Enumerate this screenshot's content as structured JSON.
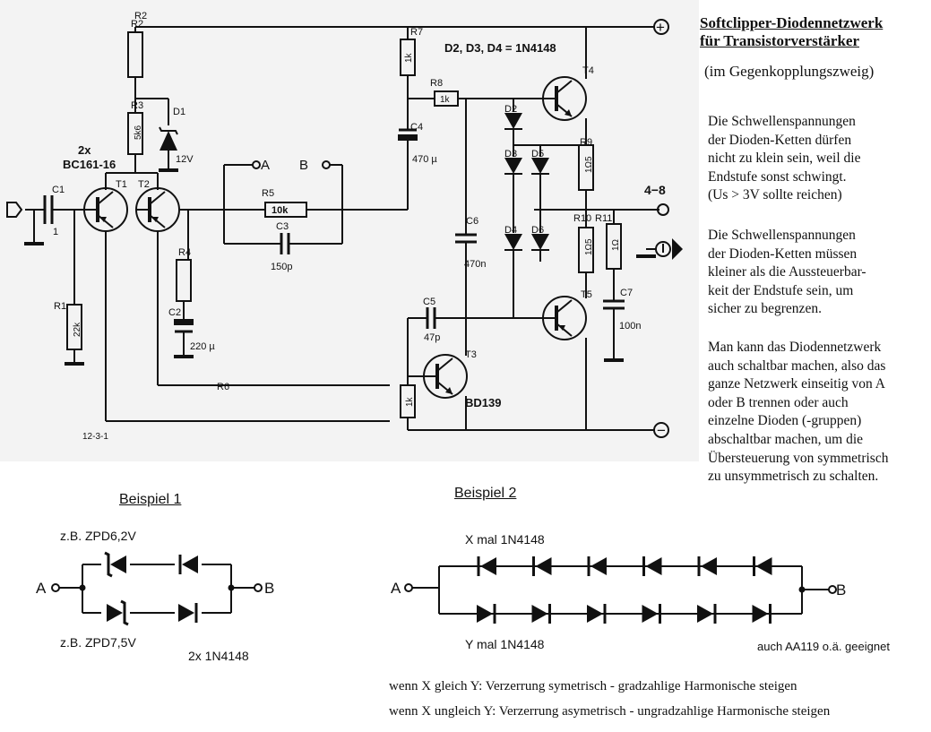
{
  "title": {
    "line1": "Softclipper-Diodennetzwerk",
    "line2": "für Transistorverstärker",
    "subtitle": "(im Gegenkopplungszweig)"
  },
  "notes": [
    [
      "Die Schwellenspannungen",
      "der Dioden-Ketten dürfen",
      "nicht zu klein sein, weil die",
      "Endstufe sonst schwingt.",
      "(Us > 3V sollte reichen)"
    ],
    [
      "Die Schwellenspannungen",
      "der Dioden-Ketten müssen",
      "kleiner als die Aussteuerbar-",
      "keit der Endstufe sein, um",
      "sicher zu begrenzen."
    ],
    [
      "Man kann das Diodennetzwerk",
      "auch schaltbar machen, also das",
      "ganze Netzwerk einseitig von A",
      "oder B trennen oder auch",
      "einzelne Dioden (-gruppen)",
      "abschaltbar machen, um die",
      "Übersteuerung von symmetrisch",
      "zu unsymmetrisch zu schalten."
    ]
  ],
  "schematic": {
    "diode_type": "D2, D3, D4 = 1N4148",
    "transistor_pair": "2x",
    "transistor_pair_type": "BC161-16",
    "t3_type": "BD139",
    "figure_number": "12-3-1",
    "plus": "+",
    "minus": "−",
    "output": "4−8",
    "node_a": "A",
    "node_b": "B",
    "components": {
      "R1": "R1",
      "R1_value": "22k",
      "R2": "R2",
      "R3": "R3",
      "R3_value": "5k6",
      "D1": "D1",
      "D1_value": "12V",
      "C1": "C1",
      "C1_value": "1",
      "T1": "T1",
      "T2": "T2",
      "T3": "T3",
      "T4": "T4",
      "T5": "T5",
      "R4": "R4",
      "C2": "C2",
      "C2_value": "220 µ",
      "R5": "R5",
      "R5_value": "10k",
      "C3": "C3",
      "C3_value": "150p",
      "R6": "R6",
      "R7": "R7",
      "R7_value": "1k",
      "R8": "R8",
      "R8_value": "1k",
      "C4": "C4",
      "C4_value": "470 µ",
      "C5": "C5",
      "C5_value": "47p",
      "C6": "C6",
      "C6_value": "470n",
      "C7": "C7",
      "C7_value": "100n",
      "D2": "D2",
      "D3": "D3",
      "D4": "D4",
      "D5": "D5",
      "D6": "D6",
      "R9": "R9",
      "R9_value": "1Ω5",
      "R10": "R10",
      "R10_value": "1Ω5",
      "R11": "R11",
      "R11_value": "1Ω",
      "R_T3_value": "1k"
    }
  },
  "example1": {
    "title": "Beispiel 1",
    "top_label": "z.B. ZPD6,2V",
    "bottom_label": "z.B. ZPD7,5V",
    "diode_label": "2x 1N4148",
    "node_a": "A",
    "node_b": "B"
  },
  "example2": {
    "title": "Beispiel 2",
    "top_label": "X mal 1N4148",
    "bottom_label": "Y mal  1N4148",
    "alt_label": "auch AA119 o.ä. geeignet",
    "node_a": "A",
    "node_b": "B"
  },
  "bottom_lines": [
    "wenn X  gleich  Y: Verzerrung symetrisch - gradzahlige Harmonische steigen",
    "wenn X ungleich Y: Verzerrung asymetrisch - ungradzahlige Harmonische steigen"
  ]
}
